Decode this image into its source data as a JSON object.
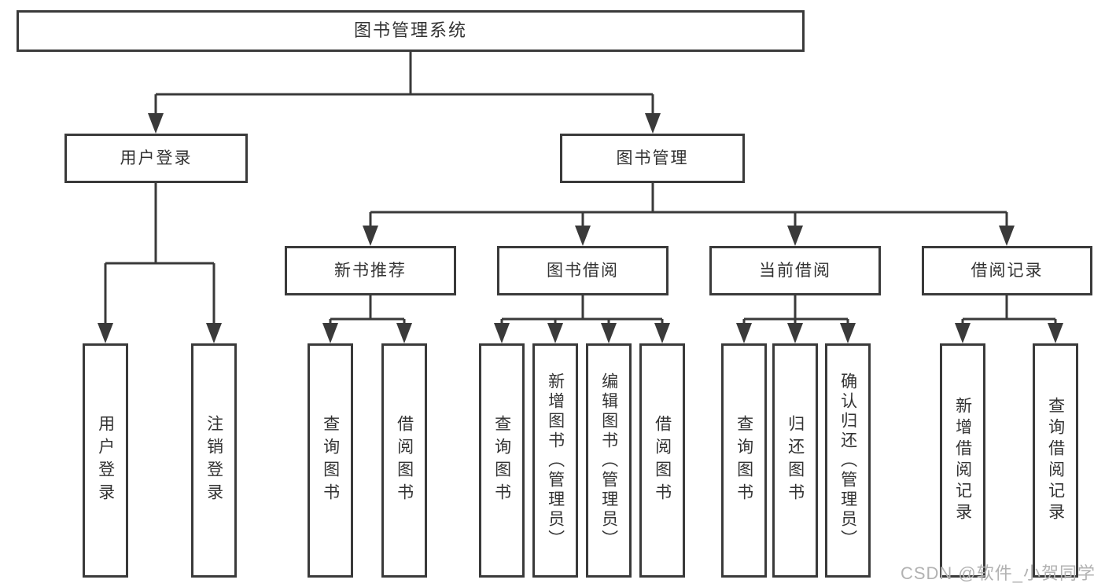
{
  "diagram_title": "图书管理系统",
  "tree": {
    "label": "图书管理系统",
    "children": [
      {
        "label": "用户登录",
        "children": [
          {
            "label": "用户登录"
          },
          {
            "label": "注销登录"
          }
        ]
      },
      {
        "label": "图书管理",
        "children": [
          {
            "label": "新书推荐",
            "children": [
              {
                "label": "查询图书"
              },
              {
                "label": "借阅图书"
              }
            ]
          },
          {
            "label": "图书借阅",
            "children": [
              {
                "label": "查询图书"
              },
              {
                "label": "新增图书（管理员）"
              },
              {
                "label": "编辑图书（管理员）"
              },
              {
                "label": "借阅图书"
              }
            ]
          },
          {
            "label": "当前借阅",
            "children": [
              {
                "label": "查询图书"
              },
              {
                "label": "归还图书"
              },
              {
                "label": "确认归还（管理员）"
              }
            ]
          },
          {
            "label": "借阅记录",
            "children": [
              {
                "label": "新增借阅记录"
              },
              {
                "label": "查询借阅记录"
              }
            ]
          }
        ]
      }
    ]
  },
  "watermark": {
    "text": "CSDN @软件_小贺同学"
  },
  "colors": {
    "line": "#3a3a3a",
    "box_border": "#3a3a3a",
    "text": "#333333",
    "background": "#ffffff",
    "watermark": "#b2b2b2"
  }
}
